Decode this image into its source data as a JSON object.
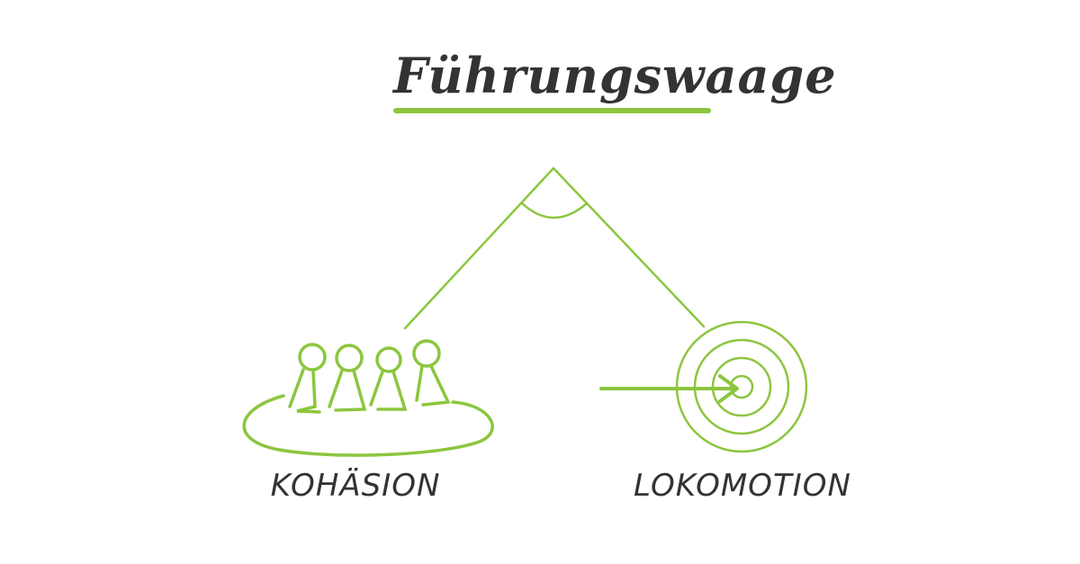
{
  "title": "Führungswaage",
  "labels": {
    "left": "KOHÄSION",
    "right": "LOKOMOTION"
  },
  "colors": {
    "accent": "#8cc63f",
    "text": "#333333"
  },
  "icons": {
    "left": "group-of-people-icon",
    "right": "target-with-arrow-icon"
  }
}
